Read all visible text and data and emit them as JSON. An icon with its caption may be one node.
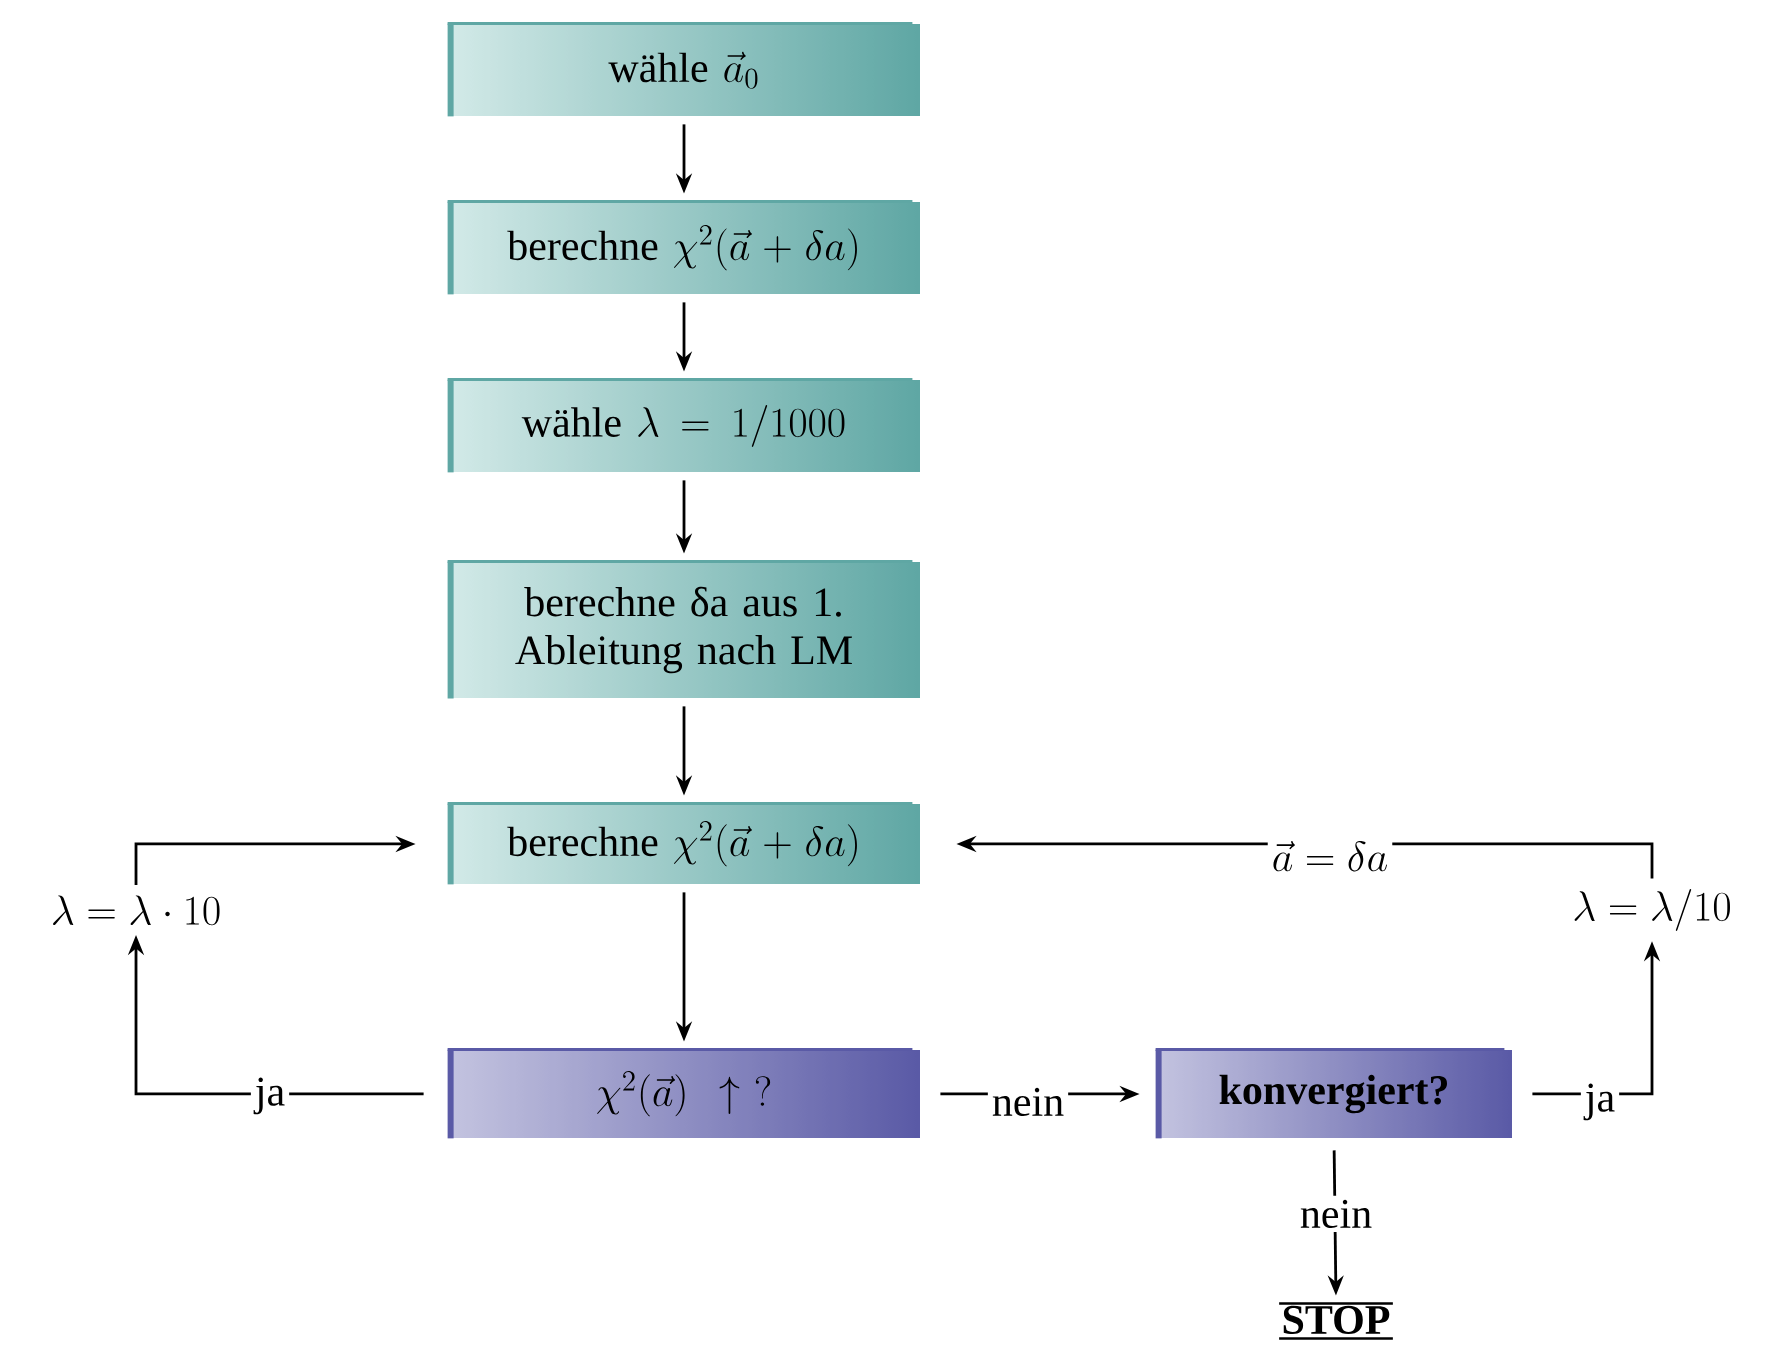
{
  "diagram": {
    "nodes": [
      {
        "text": [
          "\\text{wähle }\\vec{a}_0"
        ]
      },
      {
        "text": [
          "\\text{berechne }\\chi^2(\\vec{a}+\\delta a)"
        ]
      },
      {
        "text": [
          "\\text{wähle }\\lambda=1/1000"
        ]
      },
      {
        "text": [
          "berechne δa aus 1. Ableitung nach LM"
        ]
      },
      {
        "text": [
          "\\text{berechne }\\chi^2(\\vec{a}+\\delta a)"
        ]
      },
      {
        "text": [
          "\\chi^2(\\vec{a})\\uparrow\\ ?"
        ]
      },
      {
        "text": [
          "konvergiert?"
        ]
      },
      {
        "text": [
          "\\lambda=\\lambda\\cdot 10"
        ]
      },
      {
        "text": [
          "\\lambda=\\lambda/10"
        ]
      },
      {
        "text": [
          "STOP"
        ]
      }
    ],
    "edges": [
      {
        "from": 0,
        "to": 1,
        "arrow": "to"
      },
      {
        "from": 1,
        "to": 2,
        "arrow": "to"
      },
      {
        "from": 2,
        "to": 3,
        "arrow": "to"
      },
      {
        "from": 3,
        "to": 4,
        "arrow": "to"
      },
      {
        "from": 4,
        "to": 5,
        "arrow": "to"
      },
      {
        "from": 5,
        "to": 7,
        "arrow": "to",
        "label": "ja"
      },
      {
        "from": 7,
        "to": 4,
        "arrow": "to"
      },
      {
        "from": 5,
        "to": 6,
        "arrow": "to",
        "label": "nein"
      },
      {
        "from": 6,
        "to": 8,
        "arrow": "to",
        "label": "ja"
      },
      {
        "from": 8,
        "to": 4,
        "arrow": "to",
        "label": "\\vec{a}=\\delta a"
      },
      {
        "from": 6,
        "to": 9,
        "arrow": "to",
        "label": "nein"
      }
    ]
  }
}
